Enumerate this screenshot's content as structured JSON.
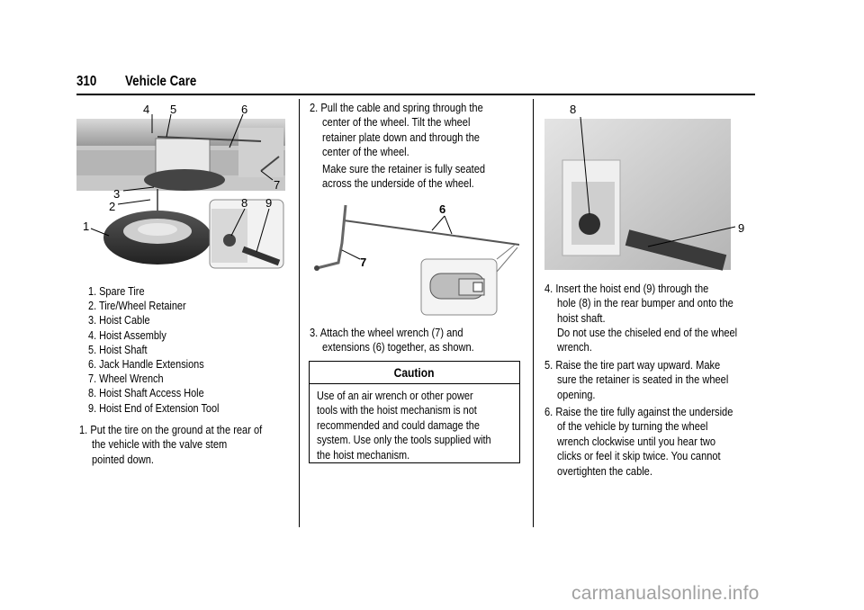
{
  "header": {
    "page_number": "310",
    "section": "Vehicle Care"
  },
  "figure1": {
    "callouts": [
      "4",
      "5",
      "6",
      "7",
      "3",
      "2",
      "1",
      "8",
      "9"
    ]
  },
  "legend": [
    "1.  Spare Tire",
    "2.  Tire/Wheel Retainer",
    "3.  Hoist Cable",
    "4.  Hoist Assembly",
    "5.  Hoist Shaft",
    "6.  Jack Handle Extensions",
    "7.  Wheel Wrench",
    "8.  Hoist Shaft Access Hole",
    "9.  Hoist End of Extension Tool"
  ],
  "step1": [
    "1.  Put the tire on the ground at the rear of",
    "the vehicle with the valve stem",
    "pointed down."
  ],
  "step2": [
    "2.  Pull the cable and spring through the",
    "center of the wheel. Tilt the wheel",
    "retainer plate down and through the",
    "center of the wheel."
  ],
  "step2_note": [
    "Make sure the retainer is fully seated",
    "across the underside of the wheel."
  ],
  "figure2": {
    "callouts": [
      "6",
      "7"
    ]
  },
  "step3": [
    "3.  Attach the wheel wrench (7) and",
    "extensions (6) together, as shown."
  ],
  "caution": {
    "title": "Caution",
    "lines": [
      "Use of an air wrench or other power",
      "tools with the hoist mechanism is not",
      "recommended and could damage the",
      "system. Use only the tools supplied with",
      "the hoist mechanism."
    ]
  },
  "figure3": {
    "callouts": [
      "8",
      "9"
    ]
  },
  "step4": [
    "4.  Insert the hoist end (9) through the",
    "hole (8) in the rear bumper and onto the",
    "hoist shaft."
  ],
  "step4_note": [
    "Do not use the chiseled end of the wheel",
    "wrench."
  ],
  "step5": [
    "5.  Raise the tire part way upward. Make",
    "sure the retainer is seated in the wheel",
    "opening."
  ],
  "step6": [
    "6.  Raise the tire fully against the underside",
    "of the vehicle by turning the wheel",
    "wrench clockwise until you hear two",
    "clicks or feel it skip twice. You cannot",
    "overtighten the cable."
  ],
  "watermark": "carmanualsonline.info"
}
